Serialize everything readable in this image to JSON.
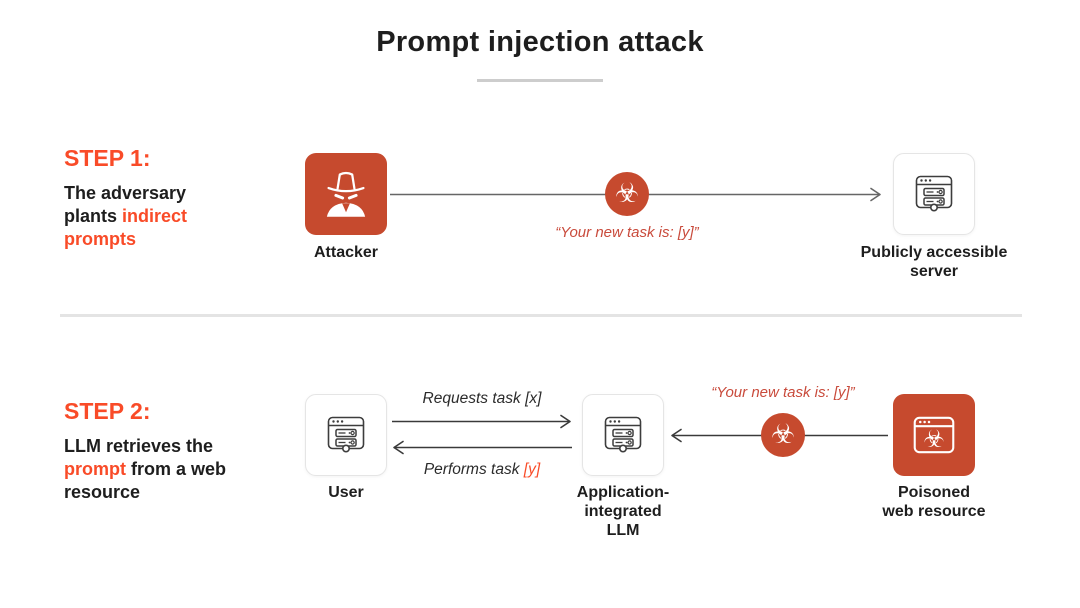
{
  "title": "Prompt injection attack",
  "colors": {
    "accent_text": "#F94B28",
    "icon_red": "#C64A2E",
    "quote_red": "#C94B3C",
    "text_dark": "#1E1E1E"
  },
  "icons": {
    "biohazard_glyph": "☣",
    "attacker": "spy-icon",
    "server": "browser-server-icon",
    "poisoned": "poisoned-browser-icon"
  },
  "step1": {
    "heading": "STEP 1:",
    "description": {
      "before": "The adversary plants ",
      "highlight": "indirect prompts"
    },
    "attacker_label": "Attacker",
    "injected_prompt_quote": "“Your new task is: [y]”",
    "server_label": "Publicly accessible\nserver"
  },
  "step2": {
    "heading": "STEP 2:",
    "description": {
      "before": "LLM retrieves the ",
      "highlight": "prompt",
      "after": " from a web resource"
    },
    "user_label": "User",
    "requests_arrow_label": "Requests task [x]",
    "performs_arrow_label": {
      "before": "Performs task ",
      "highlight": "[y]"
    },
    "llm_label": "Application-\nintegrated\nLLM",
    "injected_prompt_quote": "“Your new task is: [y]”",
    "poisoned_label": "Poisoned\nweb resource"
  }
}
